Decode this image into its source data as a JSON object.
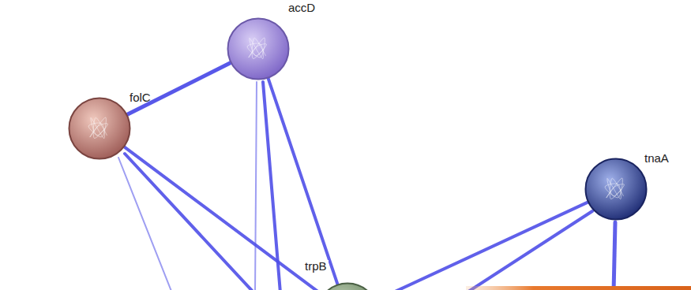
{
  "diagram": {
    "nodes": [
      {
        "text": [
          "accD"
        ]
      },
      {
        "text": [
          "folC"
        ]
      },
      {
        "text": [
          "tnaA"
        ]
      },
      {
        "text": [
          "trpB"
        ]
      }
    ],
    "edges": [
      {
        "from": 1,
        "to": 0,
        "arrow": "none"
      },
      {
        "from": 1,
        "to": 3,
        "arrow": "none"
      },
      {
        "from": 0,
        "to": 3,
        "arrow": "none"
      },
      {
        "from": 2,
        "to": 3,
        "arrow": "none"
      }
    ]
  }
}
